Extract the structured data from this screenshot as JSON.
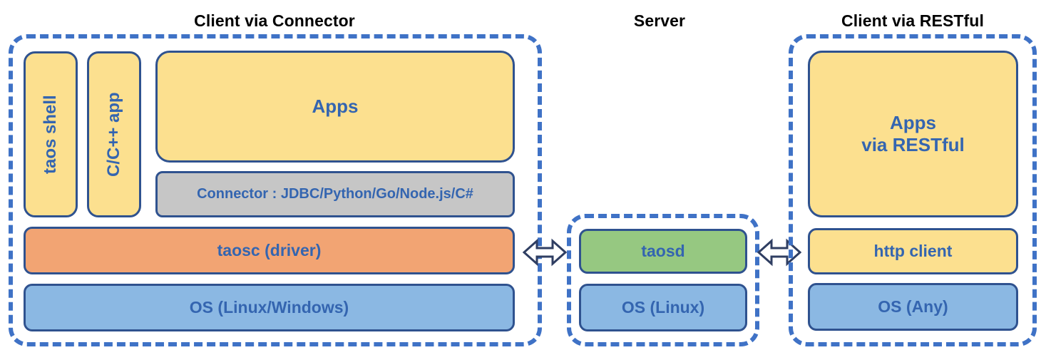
{
  "diagram": {
    "title_left": "Client via Connector",
    "title_center": "Server",
    "title_right": "Client via RESTful",
    "colors": {
      "dashed_border": "#3F72C6",
      "box_border": "#2F528F",
      "text_blue": "#3465B0",
      "title_black": "#000000",
      "yellow": "#FCE08F",
      "orange": "#F2A473",
      "green": "#96C881",
      "blue": "#8BB8E3",
      "gray": "#C6C6C6",
      "background": "#FFFFFF"
    }
  },
  "client_connector": {
    "taos_shell": "taos shell",
    "c_cpp_app": "C/C++ app",
    "apps": "Apps",
    "connector": "Connector : JDBC/Python/Go/Node.js/C#",
    "taosc": "taosc (driver)",
    "os": "OS (Linux/Windows)"
  },
  "server": {
    "taosd": "taosd",
    "os": "OS (Linux)"
  },
  "client_restful": {
    "apps": "Apps\nvia RESTful",
    "http_client": "http client",
    "os": "OS (Any)"
  },
  "arrows": {
    "left_label": "double-headed-arrow",
    "right_label": "double-headed-arrow"
  }
}
